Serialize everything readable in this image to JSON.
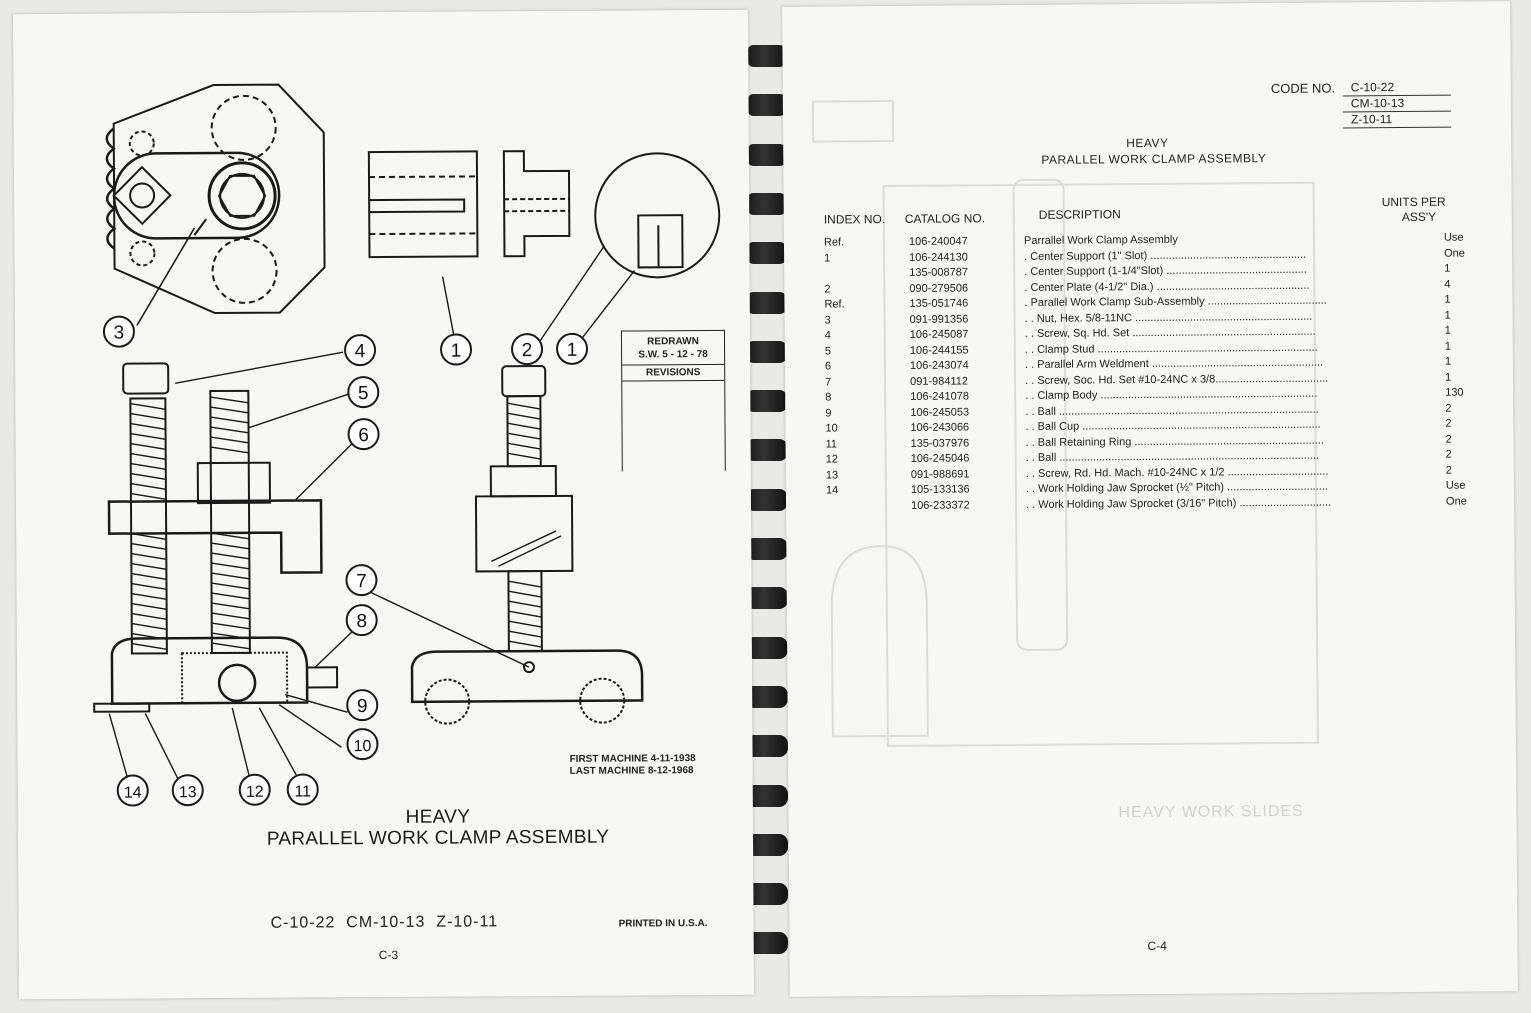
{
  "left_page": {
    "balloons": [
      "3",
      "4",
      "5",
      "6",
      "7",
      "8",
      "9",
      "10",
      "14",
      "13",
      "12",
      "11",
      "1",
      "2",
      "1"
    ],
    "revision_box": {
      "line1": "REDRAWN",
      "line2": "S.W. 5 - 12 - 78",
      "line3": "REVISIONS"
    },
    "first_machine": "FIRST MACHINE 4-11-1938",
    "last_machine": "LAST MACHINE 8-12-1968",
    "title_line1": "HEAVY",
    "title_line2": "PARALLEL WORK CLAMP ASSEMBLY",
    "codes": "C-10-22  CM-10-13  Z-10-11",
    "printed": "PRINTED IN U.S.A.",
    "page_number": "C-3"
  },
  "right_page": {
    "code_label": "CODE NO.",
    "codes": [
      "C-10-22",
      "CM-10-13",
      "Z-10-11"
    ],
    "title_line1": "HEAVY",
    "title_line2": "PARALLEL WORK CLAMP ASSEMBLY",
    "headers": {
      "index": "INDEX NO.",
      "catalog": "CATALOG NO.",
      "description": "DESCRIPTION",
      "units1": "UNITS PER",
      "units2": "ASS'Y"
    },
    "rows": [
      {
        "idx": "Ref.",
        "cat": "106-240047",
        "desc": "Parrallel Work Clamp Assembly",
        "qty": "Use"
      },
      {
        "idx": "1",
        "cat": "106-244130",
        "desc": ". Center Support (1\" Slot) ...................................................",
        "qty": "One"
      },
      {
        "idx": "",
        "cat": "135-008787",
        "desc": ". Center Support (1-1/4\"Slot) ..............................................",
        "qty": "1"
      },
      {
        "idx": "2",
        "cat": "090-279506",
        "desc": ". Center Plate (4-1/2\" Dia.) ..................................................",
        "qty": "4"
      },
      {
        "idx": "Ref.",
        "cat": "135-051746",
        "desc": ". Parallel Work Clamp Sub-Assembly .......................................",
        "qty": "1"
      },
      {
        "idx": "3",
        "cat": "091-991356",
        "desc": ". . Nut, Hex. 5/8-11NC ..........................................................",
        "qty": "1"
      },
      {
        "idx": "4",
        "cat": "106-245087",
        "desc": ". . Screw, Sq. Hd. Set ............................................................",
        "qty": "1"
      },
      {
        "idx": "5",
        "cat": "106-244155",
        "desc": ". . Clamp Stud ........................................................................",
        "qty": "1"
      },
      {
        "idx": "6",
        "cat": "106-243074",
        "desc": ". . Parallel Arm Weldment ........................................................",
        "qty": "1"
      },
      {
        "idx": "7",
        "cat": "091-984112",
        "desc": ". . Screw, Soc. Hd. Set #10-24NC x 3/8.....................................",
        "qty": "1"
      },
      {
        "idx": "8",
        "cat": "106-241078",
        "desc": ". . Clamp Body .......................................................................",
        "qty": "130"
      },
      {
        "idx": "9",
        "cat": "106-245053",
        "desc": ". . Ball .....................................................................................",
        "qty": "2"
      },
      {
        "idx": "10",
        "cat": "106-243066",
        "desc": ". . Ball Cup ..............................................................................",
        "qty": "2"
      },
      {
        "idx": "11",
        "cat": "135-037976",
        "desc": ". . Ball Retaining Ring ..............................................................",
        "qty": "2"
      },
      {
        "idx": "12",
        "cat": "106-245046",
        "desc": ". . Ball .....................................................................................",
        "qty": "2"
      },
      {
        "idx": "13",
        "cat": "091-988691",
        "desc": ". . Screw, Rd. Hd. Mach. #10-24NC x 1/2 .................................",
        "qty": "2"
      },
      {
        "idx": "14",
        "cat": "105-133136",
        "desc": ". . Work Holding Jaw Sprocket (½\" Pitch) .................................",
        "qty": "Use"
      },
      {
        "idx": "",
        "cat": "106-233372",
        "desc": ". . Work Holding Jaw Sprocket (3/16\" Pitch) ..............................",
        "qty": "One"
      }
    ],
    "ghost_text": "HEAVY WORK SLIDES",
    "page_number": "C-4"
  }
}
